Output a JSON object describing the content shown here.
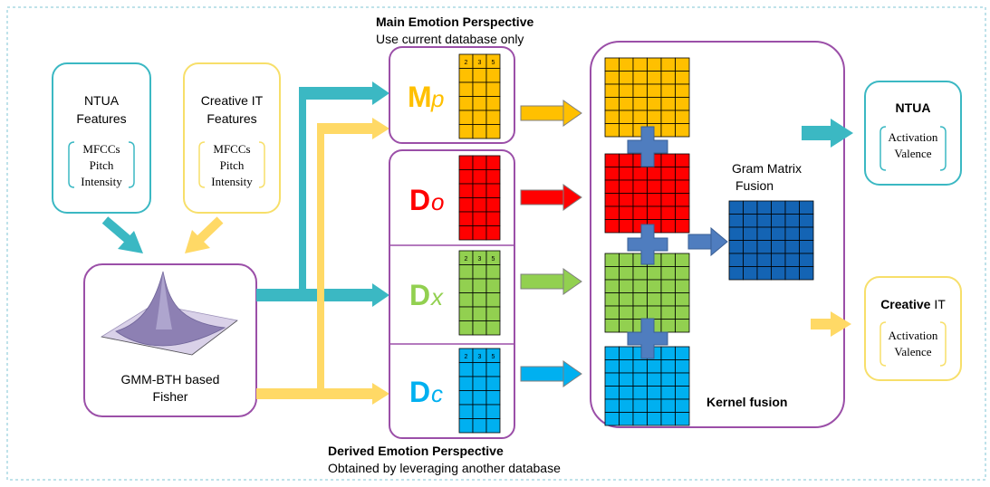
{
  "top_heading": {
    "title": "Main Emotion Perspective",
    "subtitle": "Use current database only"
  },
  "bottom_heading": {
    "title": "Derived Emotion  Perspective",
    "subtitle": "Obtained by leveraging another database"
  },
  "feature_boxes": [
    {
      "title_line1": "NTUA",
      "title_line2": "Features",
      "items": [
        "MFCCs",
        "Pitch",
        "Intensity"
      ],
      "color": "#3bb8c3"
    },
    {
      "title_line1": "Creative IT",
      "title_line2": "Features",
      "items": [
        "MFCCs",
        "Pitch",
        "Intensity"
      ],
      "color": "#f7df6a"
    }
  ],
  "gmm_box": {
    "line1": "GMM-BTH based",
    "line2": "Fisher"
  },
  "matrices": [
    {
      "letter": "M",
      "sub": "p",
      "color": "#ffc000",
      "text_color": "#ffc000",
      "header": [
        "2",
        "3",
        "5"
      ]
    },
    {
      "letter": "D",
      "sub": "o",
      "color": "#ff0000",
      "text_color": "#ff0000",
      "header": [
        "",
        "",
        ""
      ]
    },
    {
      "letter": "D",
      "sub": "x",
      "color": "#92d050",
      "text_color": "#92d050",
      "header": [
        "2",
        "3",
        "5"
      ]
    },
    {
      "letter": "D",
      "sub": "c",
      "color": "#00b0f0",
      "text_color": "#00b0f0",
      "header": [
        "2",
        "3",
        "5"
      ]
    }
  ],
  "gram_label": {
    "line1": "Gram Matrix",
    "line2": "Fusion"
  },
  "kernel_label": "Kernel fusion",
  "outputs": [
    {
      "title_bold": "NTUA",
      "title_rest": "",
      "items": [
        "Activation",
        "Valence"
      ],
      "color": "#3bb8c3"
    },
    {
      "title_bold": "Creative",
      "title_rest": " IT",
      "items": [
        "Activation",
        "Valence"
      ],
      "color": "#f7df6a"
    }
  ],
  "colors": {
    "teal": "#3bb8c3",
    "yellow": "#ffd966",
    "purple": "#9b4fa8",
    "dark_blue": "#1464b4",
    "plus_blue": "#4f7dbf"
  }
}
